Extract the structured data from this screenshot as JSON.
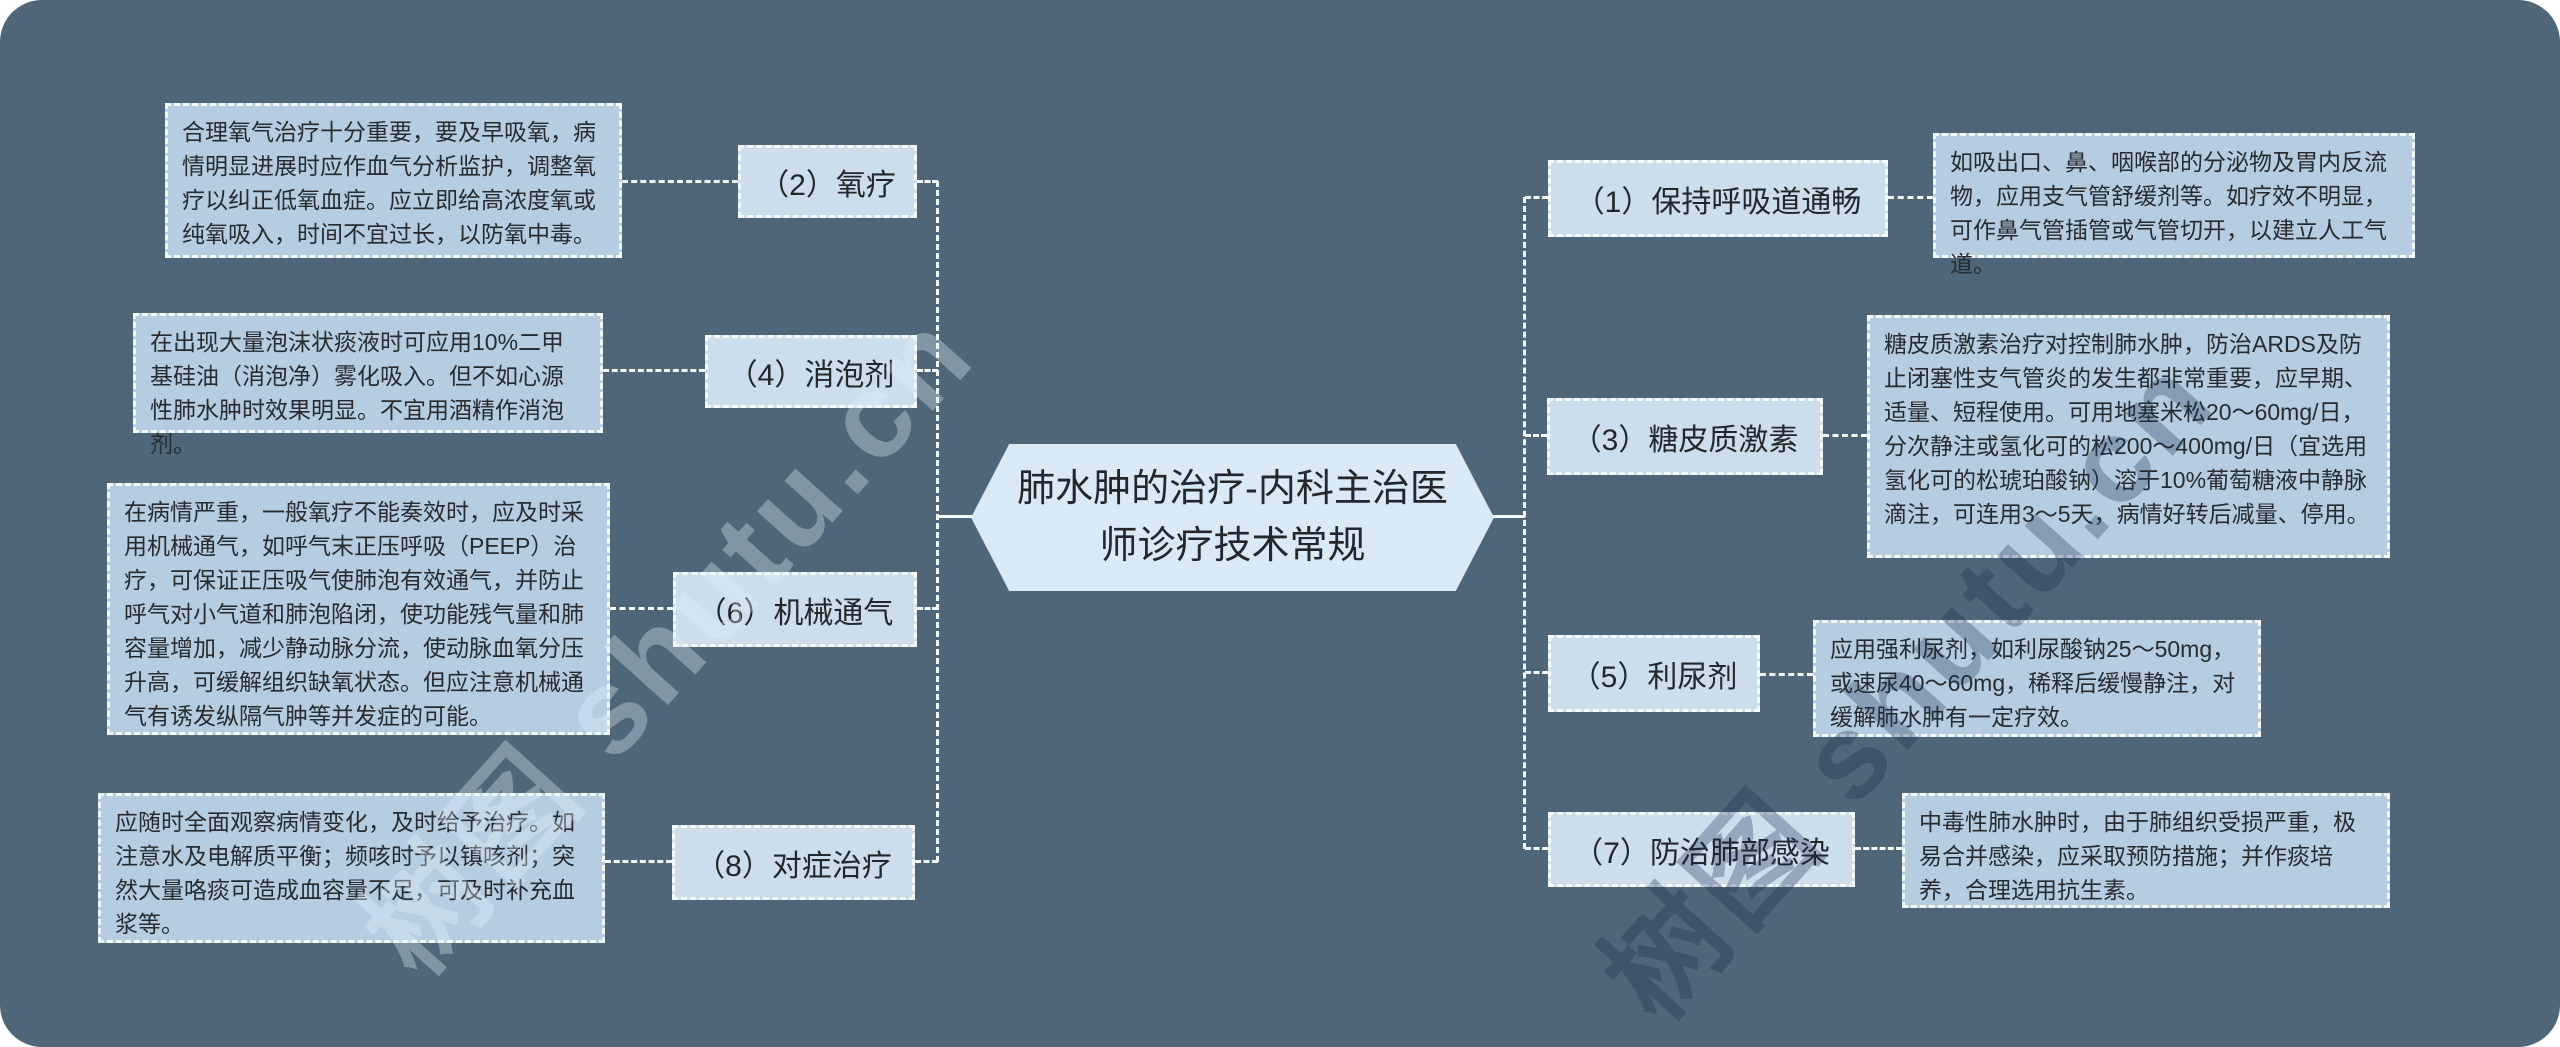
{
  "title": "肺水肿的治疗-内科主治医师诊疗技术常规",
  "watermark": {
    "text": "树图 shutu.cn"
  },
  "palette": {
    "background": "#4e6677",
    "node_fill": "#ccddec",
    "detail_fill": "#b6cde1",
    "title_fill": "#d9e9f5",
    "border": "#f6fafd",
    "text": "#23272b"
  },
  "left_branches": [
    {
      "label": "（2）氧疗",
      "detail": "合理氧气治疗十分重要，要及早吸氧，病情明显进展时应作血气分析监护，调整氧疗以纠正低氧血症。应立即给高浓度氧或纯氧吸入，时间不宜过长，以防氧中毒。"
    },
    {
      "label": "（4）消泡剂",
      "detail": "在出现大量泡沫状痰液时可应用10%二甲基硅油（消泡净）雾化吸入。但不如心源性肺水肿时效果明显。不宜用酒精作消泡剂。"
    },
    {
      "label": "（6）机械通气",
      "detail": "在病情严重，一般氧疗不能奏效时，应及时采用机械通气，如呼气末正压呼吸（PEEP）治疗，可保证正压吸气使肺泡有效通气，并防止呼气对小气道和肺泡陷闭，使功能残气量和肺容量增加，减少静动脉分流，使动脉血氧分压升高，可缓解组织缺氧状态。但应注意机械通气有诱发纵隔气肿等并发症的可能。"
    },
    {
      "label": "（8）对症治疗",
      "detail": "应随时全面观察病情变化，及时给予治疗。如注意水及电解质平衡；频咳时予以镇咳剂；突然大量咯痰可造成血容量不足，可及时补充血浆等。"
    }
  ],
  "right_branches": [
    {
      "label": "（1）保持呼吸道通畅",
      "detail": "如吸出口、鼻、咽喉部的分泌物及胃内反流物，应用支气管舒缓剂等。如疗效不明显，可作鼻气管插管或气管切开，以建立人工气道。"
    },
    {
      "label": "（3）糖皮质激素",
      "detail": "糖皮质激素治疗对控制肺水肿，防治ARDS及防止闭塞性支气管炎的发生都非常重要，应早期、适量、短程使用。可用地塞米松20～60mg/日，分次静注或氢化可的松200～400mg/日（宜选用氢化可的松琥珀酸钠）溶于10%葡萄糖液中静脉滴注，可连用3～5天，病情好转后减量、停用。"
    },
    {
      "label": "（5）利尿剂",
      "detail": "应用强利尿剂，如利尿酸钠25～50mg，或速尿40～60mg，稀释后缓慢静注，对缓解肺水肿有一定疗效。"
    },
    {
      "label": "（7）防治肺部感染",
      "detail": "中毒性肺水肿时，由于肺组织受损严重，极易合并感染，应采取预防措施；并作痰培养，合理选用抗生素。"
    }
  ]
}
